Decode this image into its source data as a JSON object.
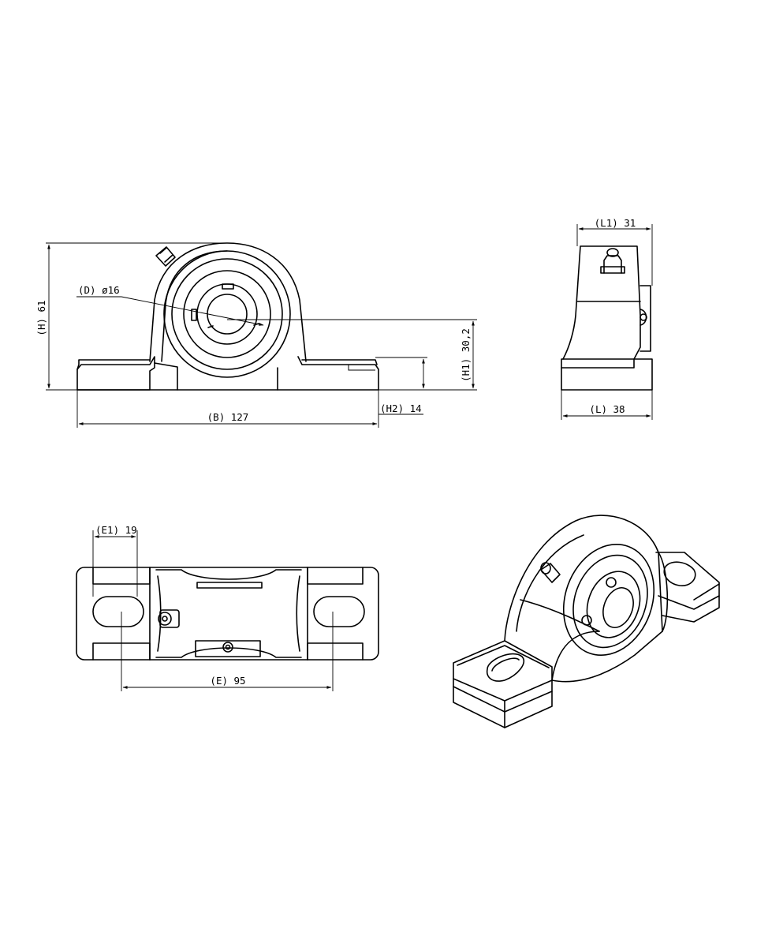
{
  "front_view": {
    "bore_label": "(D) ø16",
    "height_label": "(H) 61",
    "center_height_label": "(H1) 30,2",
    "base_height_label": "(H2) 14",
    "length_label": "(B) 127"
  },
  "side_view": {
    "top_width_label": "(L1) 31",
    "base_width_label": "(L) 38"
  },
  "top_view": {
    "slot_label": "(E1) 19",
    "bolt_spacing_label": "(E) 95"
  }
}
